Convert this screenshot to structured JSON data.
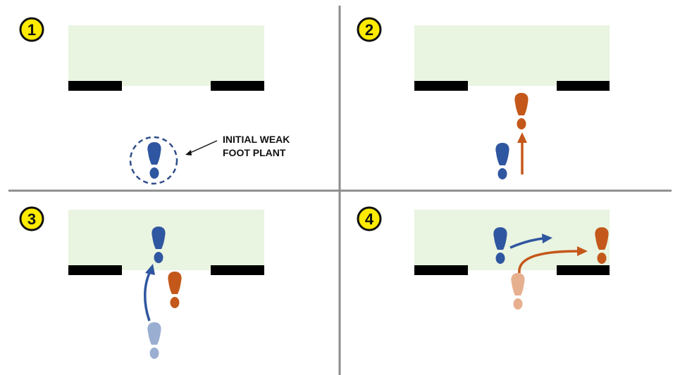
{
  "colors": {
    "zone": "#e9f4e1",
    "bar": "#000000",
    "divider": "#8c8c8c",
    "badge_fill": "#ffeb00",
    "badge_stroke": "#111111",
    "weak_foot": "#2f56a0",
    "strong_foot": "#c4581a",
    "weak_foot_faded": "#9aaed2",
    "strong_foot_faded": "#e6b08f"
  },
  "panels": [
    {
      "step": "1",
      "name": "panel-1"
    },
    {
      "step": "2",
      "name": "panel-2"
    },
    {
      "step": "3",
      "name": "panel-3"
    },
    {
      "step": "4",
      "name": "panel-4"
    }
  ],
  "annotation": {
    "line1": "INITIAL WEAK",
    "line2": "FOOT PLANT"
  },
  "icons": [
    "footprint-icon",
    "arrow-icon",
    "dashed-circle-icon"
  ]
}
